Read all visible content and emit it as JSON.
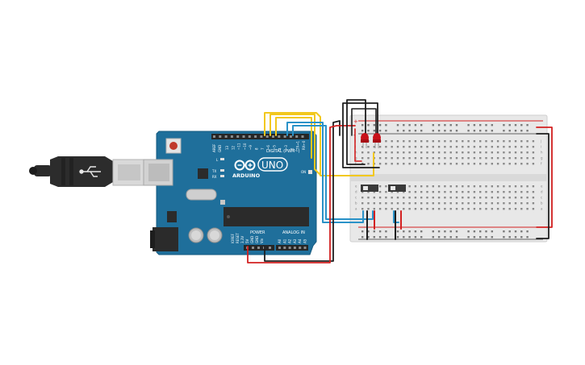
{
  "board": {
    "brand": "ARDUINO",
    "model": "UNO",
    "digital_header": "DIGITAL (PWM~)",
    "power_header": "POWER",
    "analog_header": "ANALOG IN",
    "on_label": "ON",
    "l_label": "L",
    "tx_label": "TX",
    "rx_label": "RX",
    "aref_label": "AREF",
    "gnd_label": "GND",
    "digital_pins": [
      "13",
      "12",
      "~11",
      "~10",
      "~9",
      "8",
      "7",
      "~6",
      "~5",
      "4",
      "~3",
      "2",
      "TX→1",
      "RX←0"
    ],
    "power_pins": [
      "IOREF",
      "RESET",
      "3.3V",
      "5V",
      "GND",
      "GND",
      "Vin"
    ],
    "analog_pins": [
      "A0",
      "A1",
      "A2",
      "A3",
      "A4",
      "A5"
    ]
  },
  "breadboard": {
    "row_letters_top": [
      "j",
      "i",
      "h",
      "g",
      "f"
    ],
    "row_letters_bottom": [
      "e",
      "d",
      "c",
      "b",
      "a"
    ],
    "plus": "+",
    "minus": "-"
  },
  "colors": {
    "board_blue": "#1f6f9b",
    "wire_yellow": "#f2c81e",
    "wire_blue": "#2a92c8",
    "wire_red": "#d32020",
    "wire_black": "#1e1e1e",
    "led_red": "#c8121a"
  }
}
